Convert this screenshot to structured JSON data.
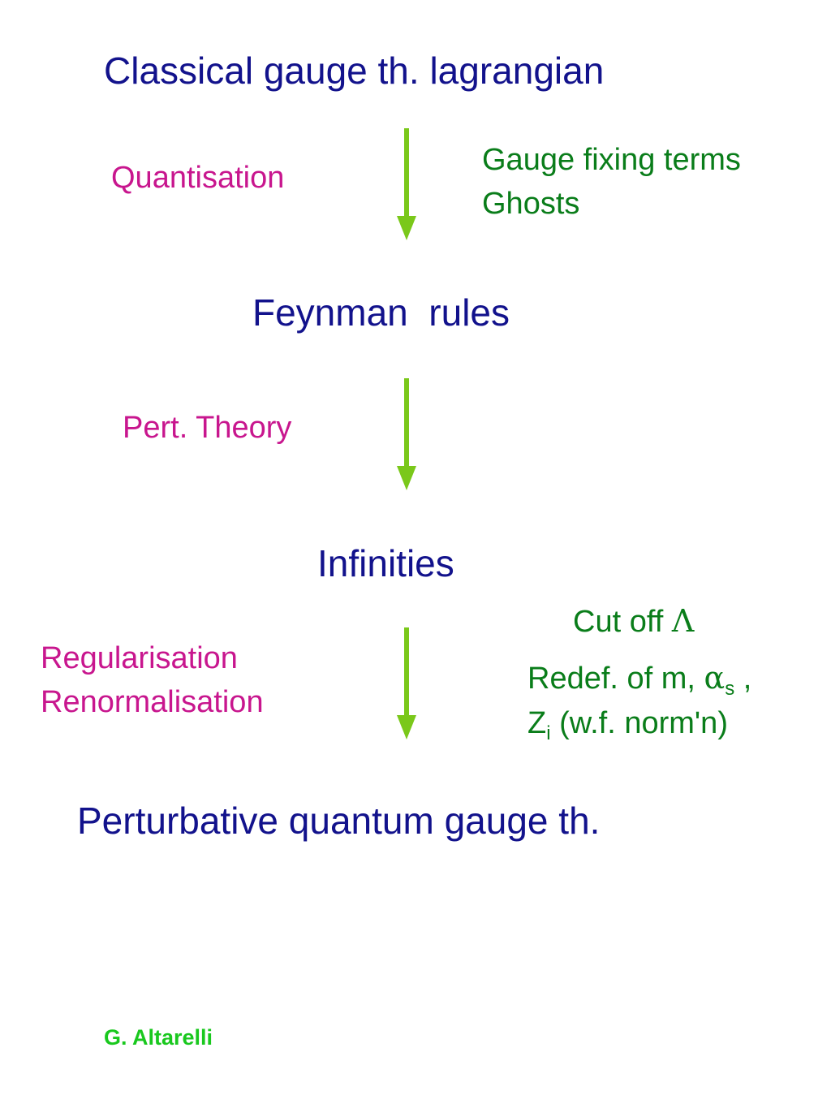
{
  "diagram": {
    "nodes": {
      "classical": "Classical gauge th. lagrangian",
      "feynman": "Feynman  rules",
      "infinities": "Infinities",
      "perturbative": "Perturbative quantum gauge th."
    },
    "left_labels": {
      "quantisation": "Quantisation",
      "pert_theory": "Pert. Theory",
      "regularisation": "Regularisation",
      "renormalisation": "Renormalisation"
    },
    "right_labels": {
      "gauge_fixing": "Gauge fixing terms",
      "ghosts": "Ghosts",
      "cutoff_text": "Cut off ",
      "cutoff_symbol": "Λ",
      "redef_prefix": "Redef. of m, ",
      "alpha_symbol": "α",
      "alpha_sub": "s",
      "redef_suffix": " ,",
      "z_letter": "Z",
      "z_sub": "i",
      "wf_norm": " (w.f. norm'n)"
    },
    "author": "G. Altarelli"
  },
  "colors": {
    "node_text": "#12128c",
    "step_text": "#c8168e",
    "note_text": "#0a7d1a",
    "arrow_shaft": "#7ac81a",
    "arrow_head": "#7ac81a",
    "author": "#19c81e"
  }
}
